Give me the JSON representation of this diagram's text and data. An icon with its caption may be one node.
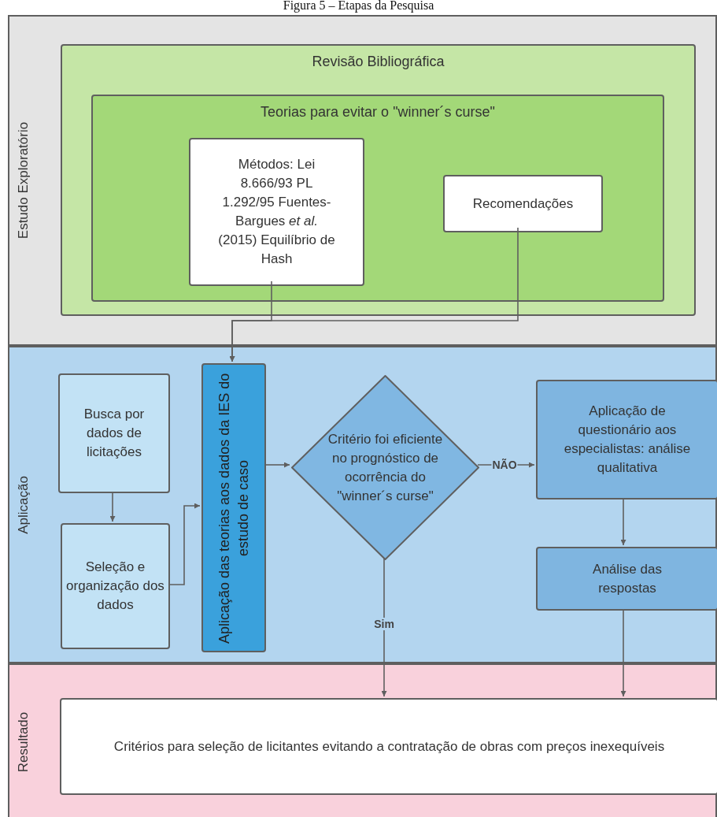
{
  "diagram": {
    "title": "Figura 5 – Etapas da Pesquisa",
    "nodes": [
      {
        "text": [
          "Estudo Exploratório"
        ]
      },
      {
        "text": [
          "Revisão Bibliográfica"
        ],
        "in": 0
      },
      {
        "text": [
          "Teorias para evitar o \"winner´s curse\""
        ],
        "in": 1
      },
      {
        "text": [
          "Métodos: Lei 8.666/93 PL 1.292/95 Fuentes-Bargues *et al.* (2015) Equilíbrio de Hash"
        ],
        "in": 2
      },
      {
        "text": [
          "Recomendações"
        ],
        "in": 2
      },
      {
        "text": [
          "Aplicação"
        ]
      },
      {
        "text": [
          "Busca por dados de licitações"
        ],
        "in": 5
      },
      {
        "text": [
          "Seleção e organização dos dados"
        ],
        "in": 5
      },
      {
        "text": [
          "Aplicação das teorias aos dados da IES do estudo de caso"
        ],
        "in": 5
      },
      {
        "text": [
          "Critério foi eficiente no prognóstico de ocorrência do \"winner´s curse\""
        ],
        "in": 5
      },
      {
        "text": [
          "Aplicação de questionário aos especialistas: análise qualitativa"
        ],
        "in": 5
      },
      {
        "text": [
          "Análise das respostas"
        ],
        "in": 5
      },
      {
        "text": [
          "Resultado"
        ]
      },
      {
        "text": [
          "Critérios para seleção de licitantes evitando a contratação de obras com preços inexequíveis"
        ],
        "in": 12
      }
    ],
    "edges": [
      {
        "from": 3,
        "to": 8,
        "arrow": "to"
      },
      {
        "from": 4,
        "to": 8,
        "arrow": "to"
      },
      {
        "from": 6,
        "to": 7,
        "arrow": "to"
      },
      {
        "from": 7,
        "to": 8,
        "arrow": "to"
      },
      {
        "from": 8,
        "to": 9,
        "arrow": "to"
      },
      {
        "from": 9,
        "to": 10,
        "arrow": "to",
        "label": "NÃO"
      },
      {
        "from": 10,
        "to": 11,
        "arrow": "to"
      },
      {
        "from": 9,
        "to": 13,
        "arrow": "to",
        "label": "Sim"
      },
      {
        "from": 11,
        "to": 13,
        "arrow": "to"
      }
    ]
  }
}
